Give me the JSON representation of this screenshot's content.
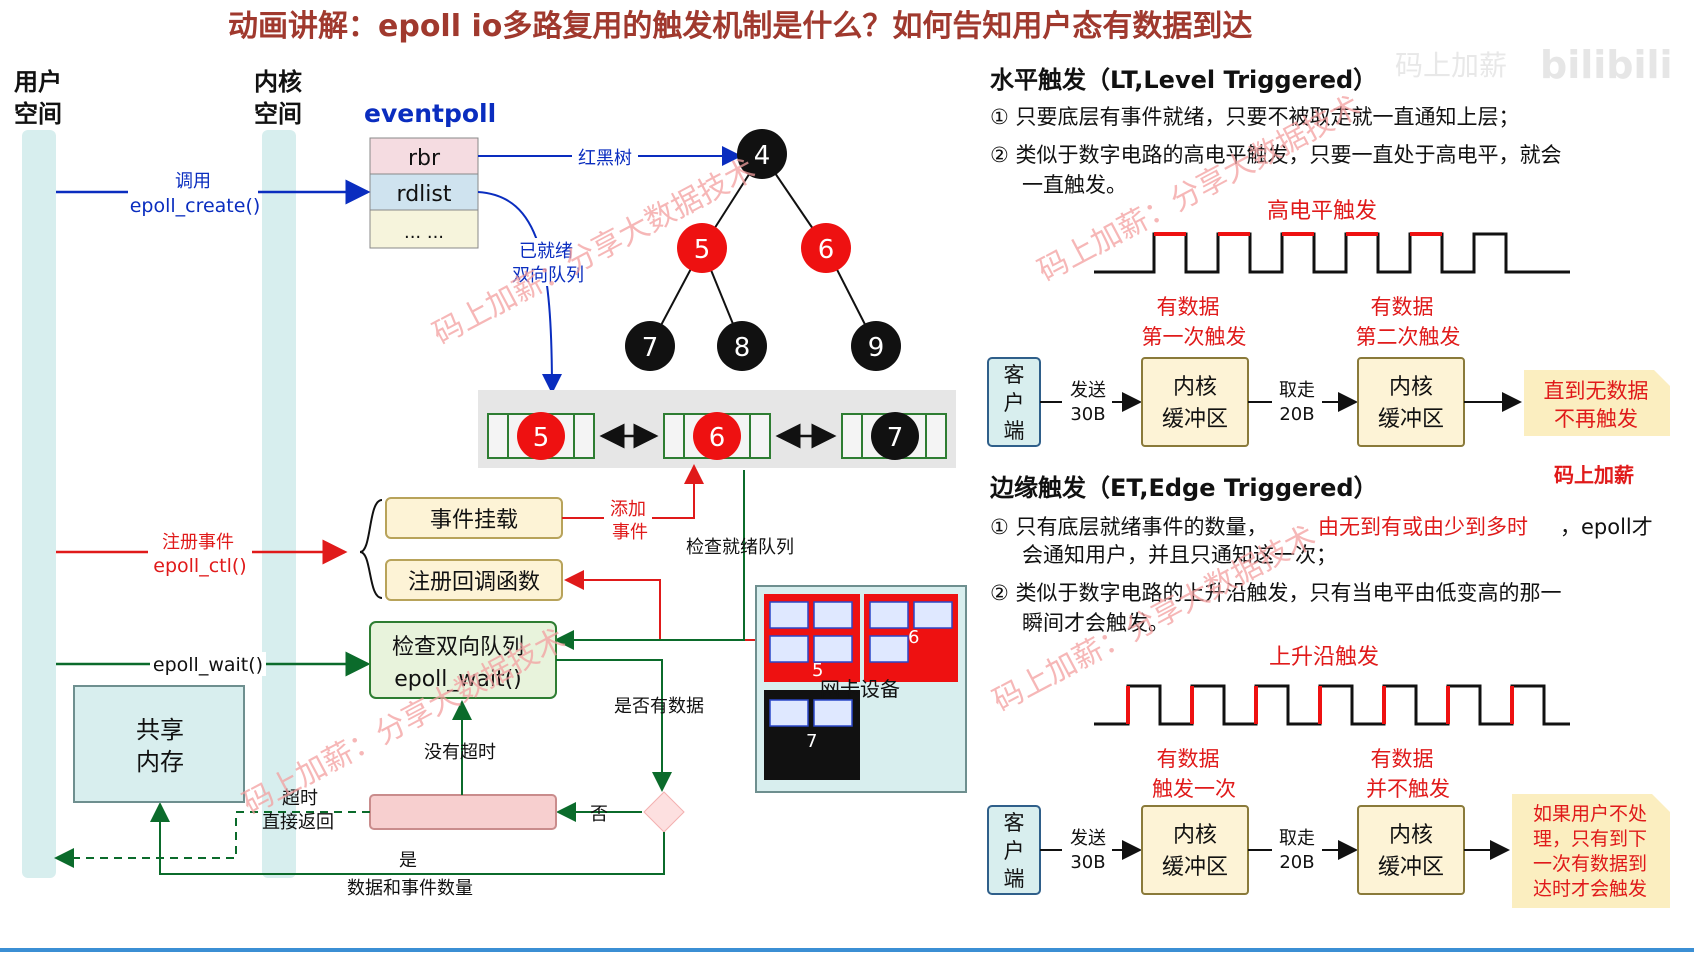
{
  "title": "动画讲解：epoll io多路复用的触发机制是什么？如何告知用户态有数据到达",
  "left": {
    "user_space": [
      "用户",
      "空间"
    ],
    "kernel_space": [
      "内核",
      "空间"
    ],
    "eventpoll_label": "eventpoll",
    "eventpoll_fields": [
      "rbr",
      "rdlist",
      "... ..."
    ],
    "rbtree_label": "红黑树",
    "ready_queue_label": [
      "已就绪",
      "双向队列"
    ],
    "rbtree_nodes": [
      {
        "key": "4",
        "color": "black"
      },
      {
        "key": "5",
        "color": "red"
      },
      {
        "key": "6",
        "color": "red"
      },
      {
        "key": "7",
        "color": "black"
      },
      {
        "key": "8",
        "color": "black"
      },
      {
        "key": "9",
        "color": "black"
      }
    ],
    "queue_nodes": [
      "5",
      "6",
      "7"
    ],
    "call1": [
      "调用",
      "epoll_create()"
    ],
    "call2": [
      "注册事件",
      "epoll_ctl()"
    ],
    "call3": "epoll_wait()",
    "mount_box": "事件挂载",
    "callback_box": "注册回调函数",
    "add_event": [
      "添加",
      "事件"
    ],
    "check_ready": "检查就绪队列",
    "wait_box": [
      "检查双向队列",
      "epoll_wait()"
    ],
    "has_data": "是否有数据",
    "no_timeout": "没有超时",
    "no_label": "否",
    "timeout_label": [
      "超时",
      "直接返回"
    ],
    "yes_label": [
      "是",
      "数据和事件数量"
    ],
    "shared_mem": [
      "共享",
      "内存"
    ],
    "nic_label": "网卡设备",
    "nic_cells": [
      "5",
      "6",
      "7"
    ]
  },
  "lt": {
    "heading": "水平触发（LT,Level Triggered）",
    "p1": "① 只要底层有事件就绪，只要不被取走就一直通知上层；",
    "p2a": "② 类似于数字电路的高电平触发，只要一直处于高电平，就会",
    "p2b": "一直触发。",
    "wave_label": "高电平触发",
    "client": [
      "客",
      "户",
      "端"
    ],
    "send": [
      "发送",
      "30B"
    ],
    "buf": [
      "内核",
      "缓冲区"
    ],
    "take": [
      "取走",
      "20B"
    ],
    "has1": [
      "有数据",
      "第一次触发"
    ],
    "has2": [
      "有数据",
      "第二次触发"
    ],
    "note": [
      "直到无数据",
      "不再触发"
    ]
  },
  "et": {
    "heading": "边缘触发（ET,Edge Triggered）",
    "p1a": "① 只有底层就绪事件的数量，",
    "p1b": "由无到有或由少到多时",
    "p1c": "，epoll才",
    "p1d": "会通知用户，并且只通知这一次；",
    "p2a": "② 类似于数字电路的上升沿触发，只有当电平由低变高的那一",
    "p2b": "瞬间才会触发。",
    "wave_label": "上升沿触发",
    "client": [
      "客",
      "户",
      "端"
    ],
    "send": [
      "发送",
      "30B"
    ],
    "buf": [
      "内核",
      "缓冲区"
    ],
    "take": [
      "取走",
      "20B"
    ],
    "has1": [
      "有数据",
      "触发一次"
    ],
    "has2": [
      "有数据",
      "并不触发"
    ],
    "note": [
      "如果用户不处",
      "理，只有到下",
      "一次有数据到",
      "达时才会触发"
    ]
  },
  "watermarks": {
    "author": "码上加薪",
    "wm_text": "码上加薪：分享大数据技术",
    "site": "bilibili"
  },
  "colors": {
    "title": "#a0392e",
    "red": "#e01a1a",
    "blue": "#0a2dbf",
    "green": "#0b6b2b"
  }
}
